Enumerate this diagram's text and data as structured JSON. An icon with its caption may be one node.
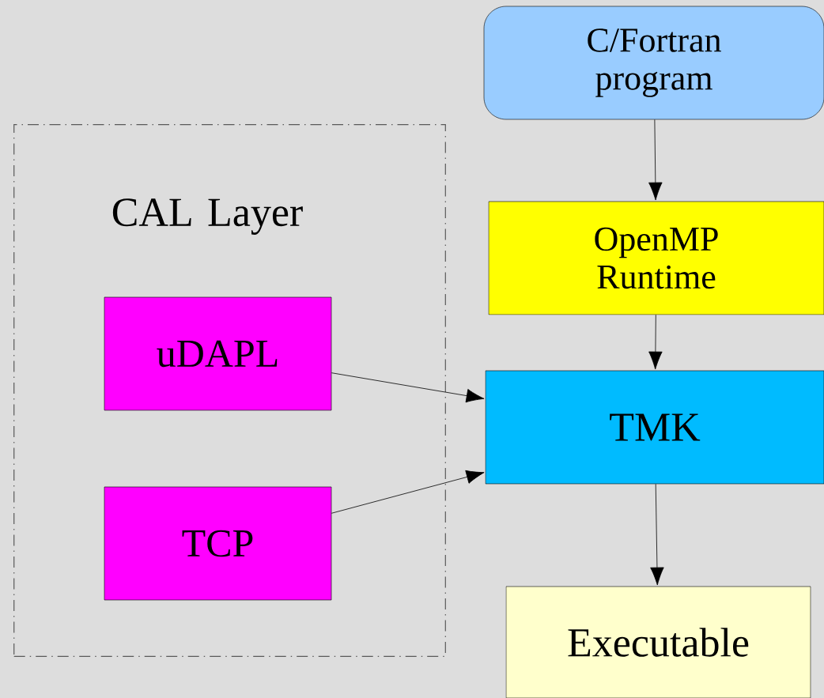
{
  "diagram": {
    "nodes": [
      {
        "text": [
          "CAL Layer"
        ]
      },
      {
        "text": [
          "uDAPL"
        ],
        "in": 0
      },
      {
        "text": [
          "TCP"
        ],
        "in": 0
      },
      {
        "text": [
          "C/Fortran program"
        ]
      },
      {
        "text": [
          "OpenMP Runtime"
        ]
      },
      {
        "text": [
          "TMK"
        ]
      },
      {
        "text": [
          "Executable"
        ]
      }
    ],
    "edges": [
      {
        "from": 3,
        "to": 4,
        "arrow": "to"
      },
      {
        "from": 4,
        "to": 5,
        "arrow": "to"
      },
      {
        "from": 1,
        "to": 5,
        "arrow": "to"
      },
      {
        "from": 2,
        "to": 5,
        "arrow": "to"
      },
      {
        "from": 5,
        "to": 6,
        "arrow": "to"
      }
    ]
  }
}
